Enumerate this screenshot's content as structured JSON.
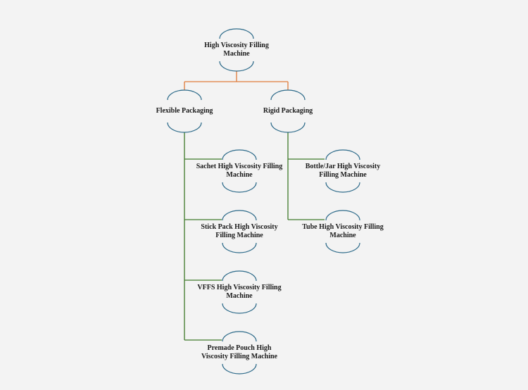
{
  "colors": {
    "background": "#f3f3f3",
    "arc": "#2e6b8a",
    "root_connector": "#e07b3a",
    "branch_connector": "#3f7a2a"
  },
  "tree": {
    "root": {
      "label": "High Viscosity Filling Machine"
    },
    "flexible": {
      "label": "Flexible Packaging"
    },
    "rigid": {
      "label": "Rigid Packaging"
    },
    "flexible_children": [
      {
        "label": "Sachet High Viscosity Filling Machine"
      },
      {
        "label": "Stick Pack High Viscosity Filling Machine"
      },
      {
        "label": "VFFS High Viscosity Filling Machine"
      },
      {
        "label": "Premade Pouch High Viscosity Filling Machine"
      }
    ],
    "rigid_children": [
      {
        "label": "Bottle/Jar High Viscosity Filling Machine"
      },
      {
        "label": "Tube High Viscosity Filling Machine"
      }
    ]
  }
}
